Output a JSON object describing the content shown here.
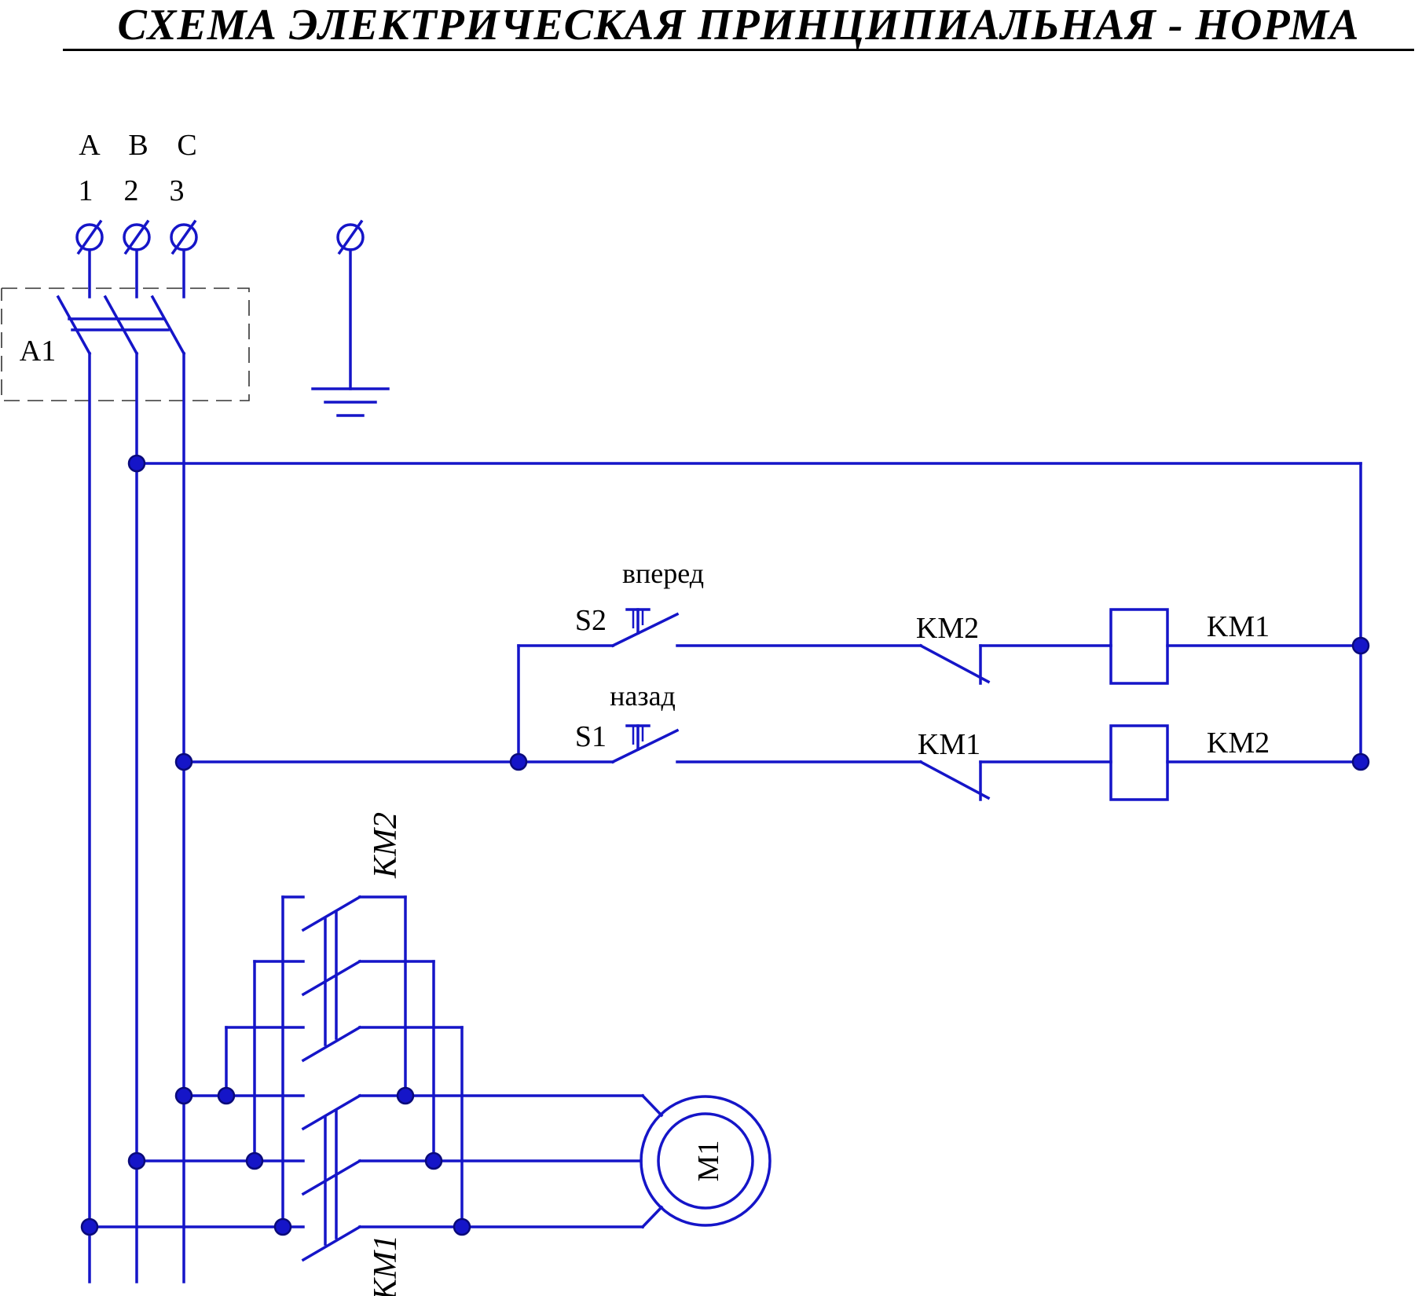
{
  "title": "СХЕМА ЭЛЕКТРИЧЕСКАЯ ПРИНЦИПИАЛЬНАЯ - НОРМА",
  "wire_color": "#1515c8",
  "phases": {
    "letters": [
      "A",
      "B",
      "C"
    ],
    "numbers": [
      "1",
      "2",
      "3"
    ]
  },
  "breaker_label": "A1",
  "buttons": {
    "forward": {
      "id": "S2",
      "caption": "вперед"
    },
    "backward": {
      "id": "S1",
      "caption": "назад"
    }
  },
  "interlock_contacts": {
    "row1": "KM2",
    "row2": "KM1"
  },
  "coils": {
    "row1": "KM1",
    "row2": "KM2"
  },
  "power_contactors": {
    "upper": "KM2",
    "lower": "KM1"
  },
  "motor_label": "M1"
}
